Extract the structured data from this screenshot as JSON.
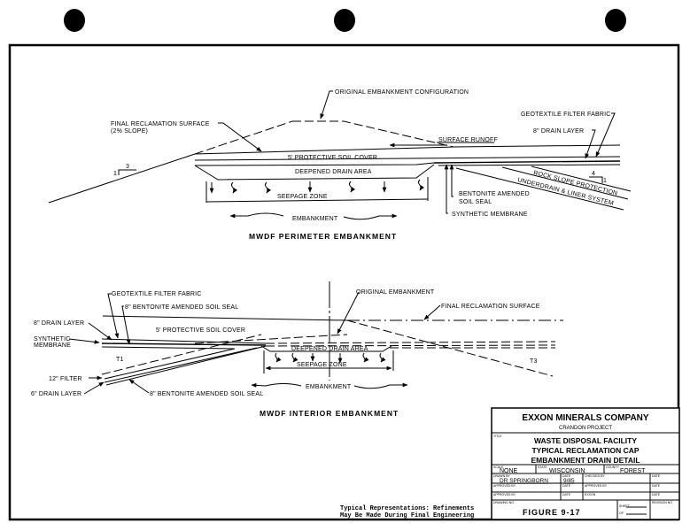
{
  "perimeter": {
    "title": "MWDF PERIMETER EMBANKMENT",
    "labels": {
      "original_config": "ORIGINAL EMBANKMENT CONFIGURATION",
      "final_surface": "FINAL RECLAMATION SURFACE",
      "final_surface_slope": "(2% SLOPE)",
      "geotextile": "GEOTEXTILE FILTER FABRIC",
      "drain_layer": "8\" DRAIN LAYER",
      "surface_runoff": "SURFACE RUNOFF",
      "protective_cover": "5' PROTECTIVE SOIL COVER",
      "deepened_drain": "DEEPENED DRAIN AREA",
      "seepage_zone": "SEEPAGE ZONE",
      "embankment": "EMBANKMENT",
      "rock_slope": "ROCK SLOPE PROTECTION",
      "underdrain": "UNDERDRAIN & LINER SYSTEM",
      "bentonite_1": "BENTONITE AMENDED",
      "bentonite_2": "SOIL SEAL",
      "synthetic_membrane": "SYNTHETIC MEMBRANE",
      "slope_left_h": "3",
      "slope_left_v": "1",
      "slope_right_h": "4",
      "slope_right_v": "1"
    }
  },
  "interior": {
    "title": "MWDF INTERIOR EMBANKMENT",
    "labels": {
      "geotextile": "GEOTEXTILE FILTER FABRIC",
      "bentonite_top": "8\" BENTONITE AMENDED SOIL SEAL",
      "drain_layer": "8\" DRAIN LAYER",
      "synthetic_1": "SYNTHETIC",
      "synthetic_2": "MEMBRANE",
      "protective_cover": "5' PROTECTIVE SOIL COVER",
      "original_embankment": "ORIGINAL EMBANKMENT",
      "final_surface": "FINAL RECLAMATION SURFACE",
      "deepened_drain": "DEEPENED DRAIN AREA",
      "seepage_zone": "SEEPAGE ZONE",
      "embankment": "EMBANKMENT",
      "t1": "T1",
      "t3": "T3",
      "filter": "12\" FILTER",
      "drain_6": "6\" DRAIN LAYER",
      "bentonite_bottom": "8\" BENTONITE AMENDED SOIL SEAL"
    }
  },
  "note": {
    "line1": "Typical Representations:  Refinements",
    "line2": "May Be Made During Final Engineering"
  },
  "title_block": {
    "company": "EXXON MINERALS COMPANY",
    "project": "CRANDON PROJECT",
    "title_caption": "TITLE",
    "title_line1": "WASTE DISPOSAL FACILITY",
    "title_line2": "TYPICAL RECLAMATION CAP",
    "title_line3": "EMBANKMENT DRAIN DETAIL",
    "scale_caption": "SCALE",
    "scale": "NONE",
    "state_caption": "STATE",
    "state": "WISCONSIN",
    "county_caption": "COUNTY",
    "county": "FOREST",
    "drawn_by_caption": "DRAWN BY",
    "drawn_by": "DR SPRINGBORN",
    "date_caption": "DATE",
    "date": "9/85",
    "checked_by_caption": "CHECKED BY",
    "approved_by_caption": "APPROVED BY",
    "exxon_caption": "EXXON",
    "drawing_no_caption": "DRAWING NO",
    "drawing_no": "FIGURE 9-17",
    "sheet_caption": "SHEET",
    "of_caption": "OF",
    "revision_caption": "REVISION NO"
  }
}
